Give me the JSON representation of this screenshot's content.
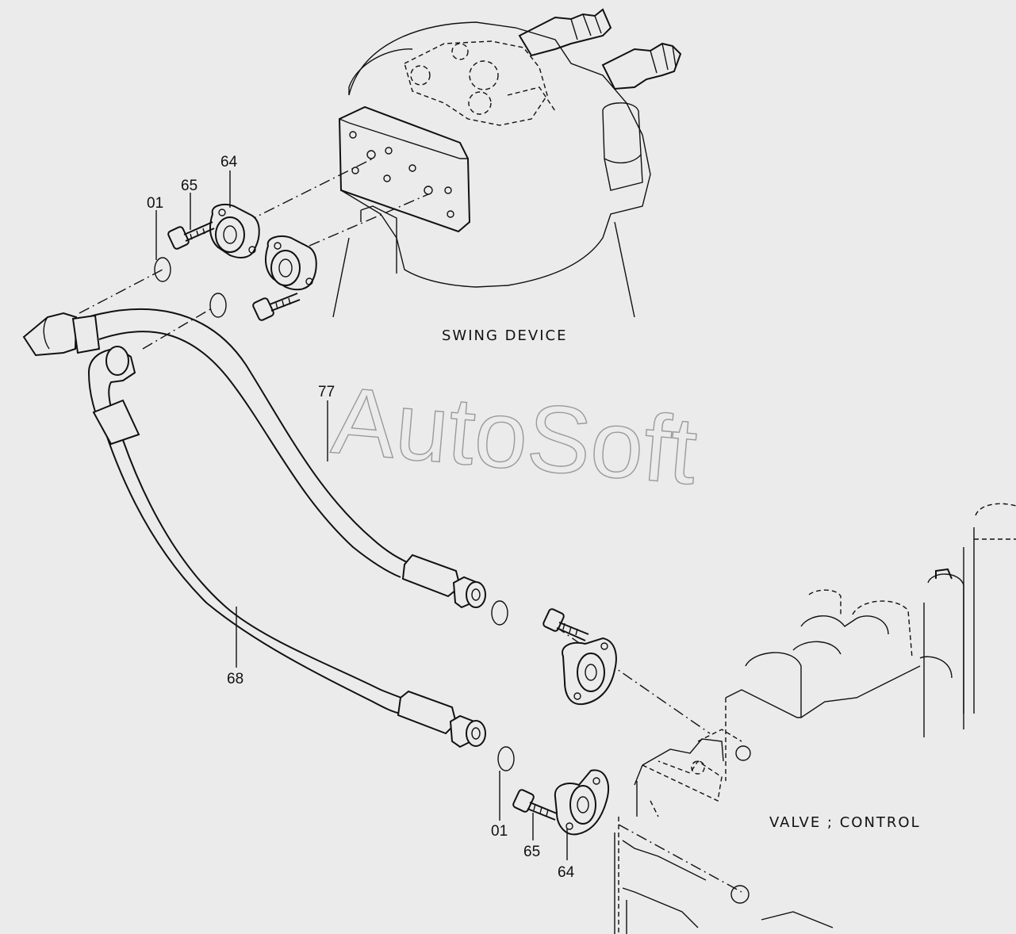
{
  "labels": {
    "swing_device": "SWING DEVICE",
    "valve_control": "VALVE ; CONTROL",
    "watermark": "AutoSoft"
  },
  "callouts": {
    "oring_top": "01",
    "bolt_top": "65",
    "flange_top": "64",
    "hose_upper": "77",
    "hose_lower": "68",
    "oring_bottom": "01",
    "bolt_bottom": "65",
    "flange_bottom": "64"
  }
}
